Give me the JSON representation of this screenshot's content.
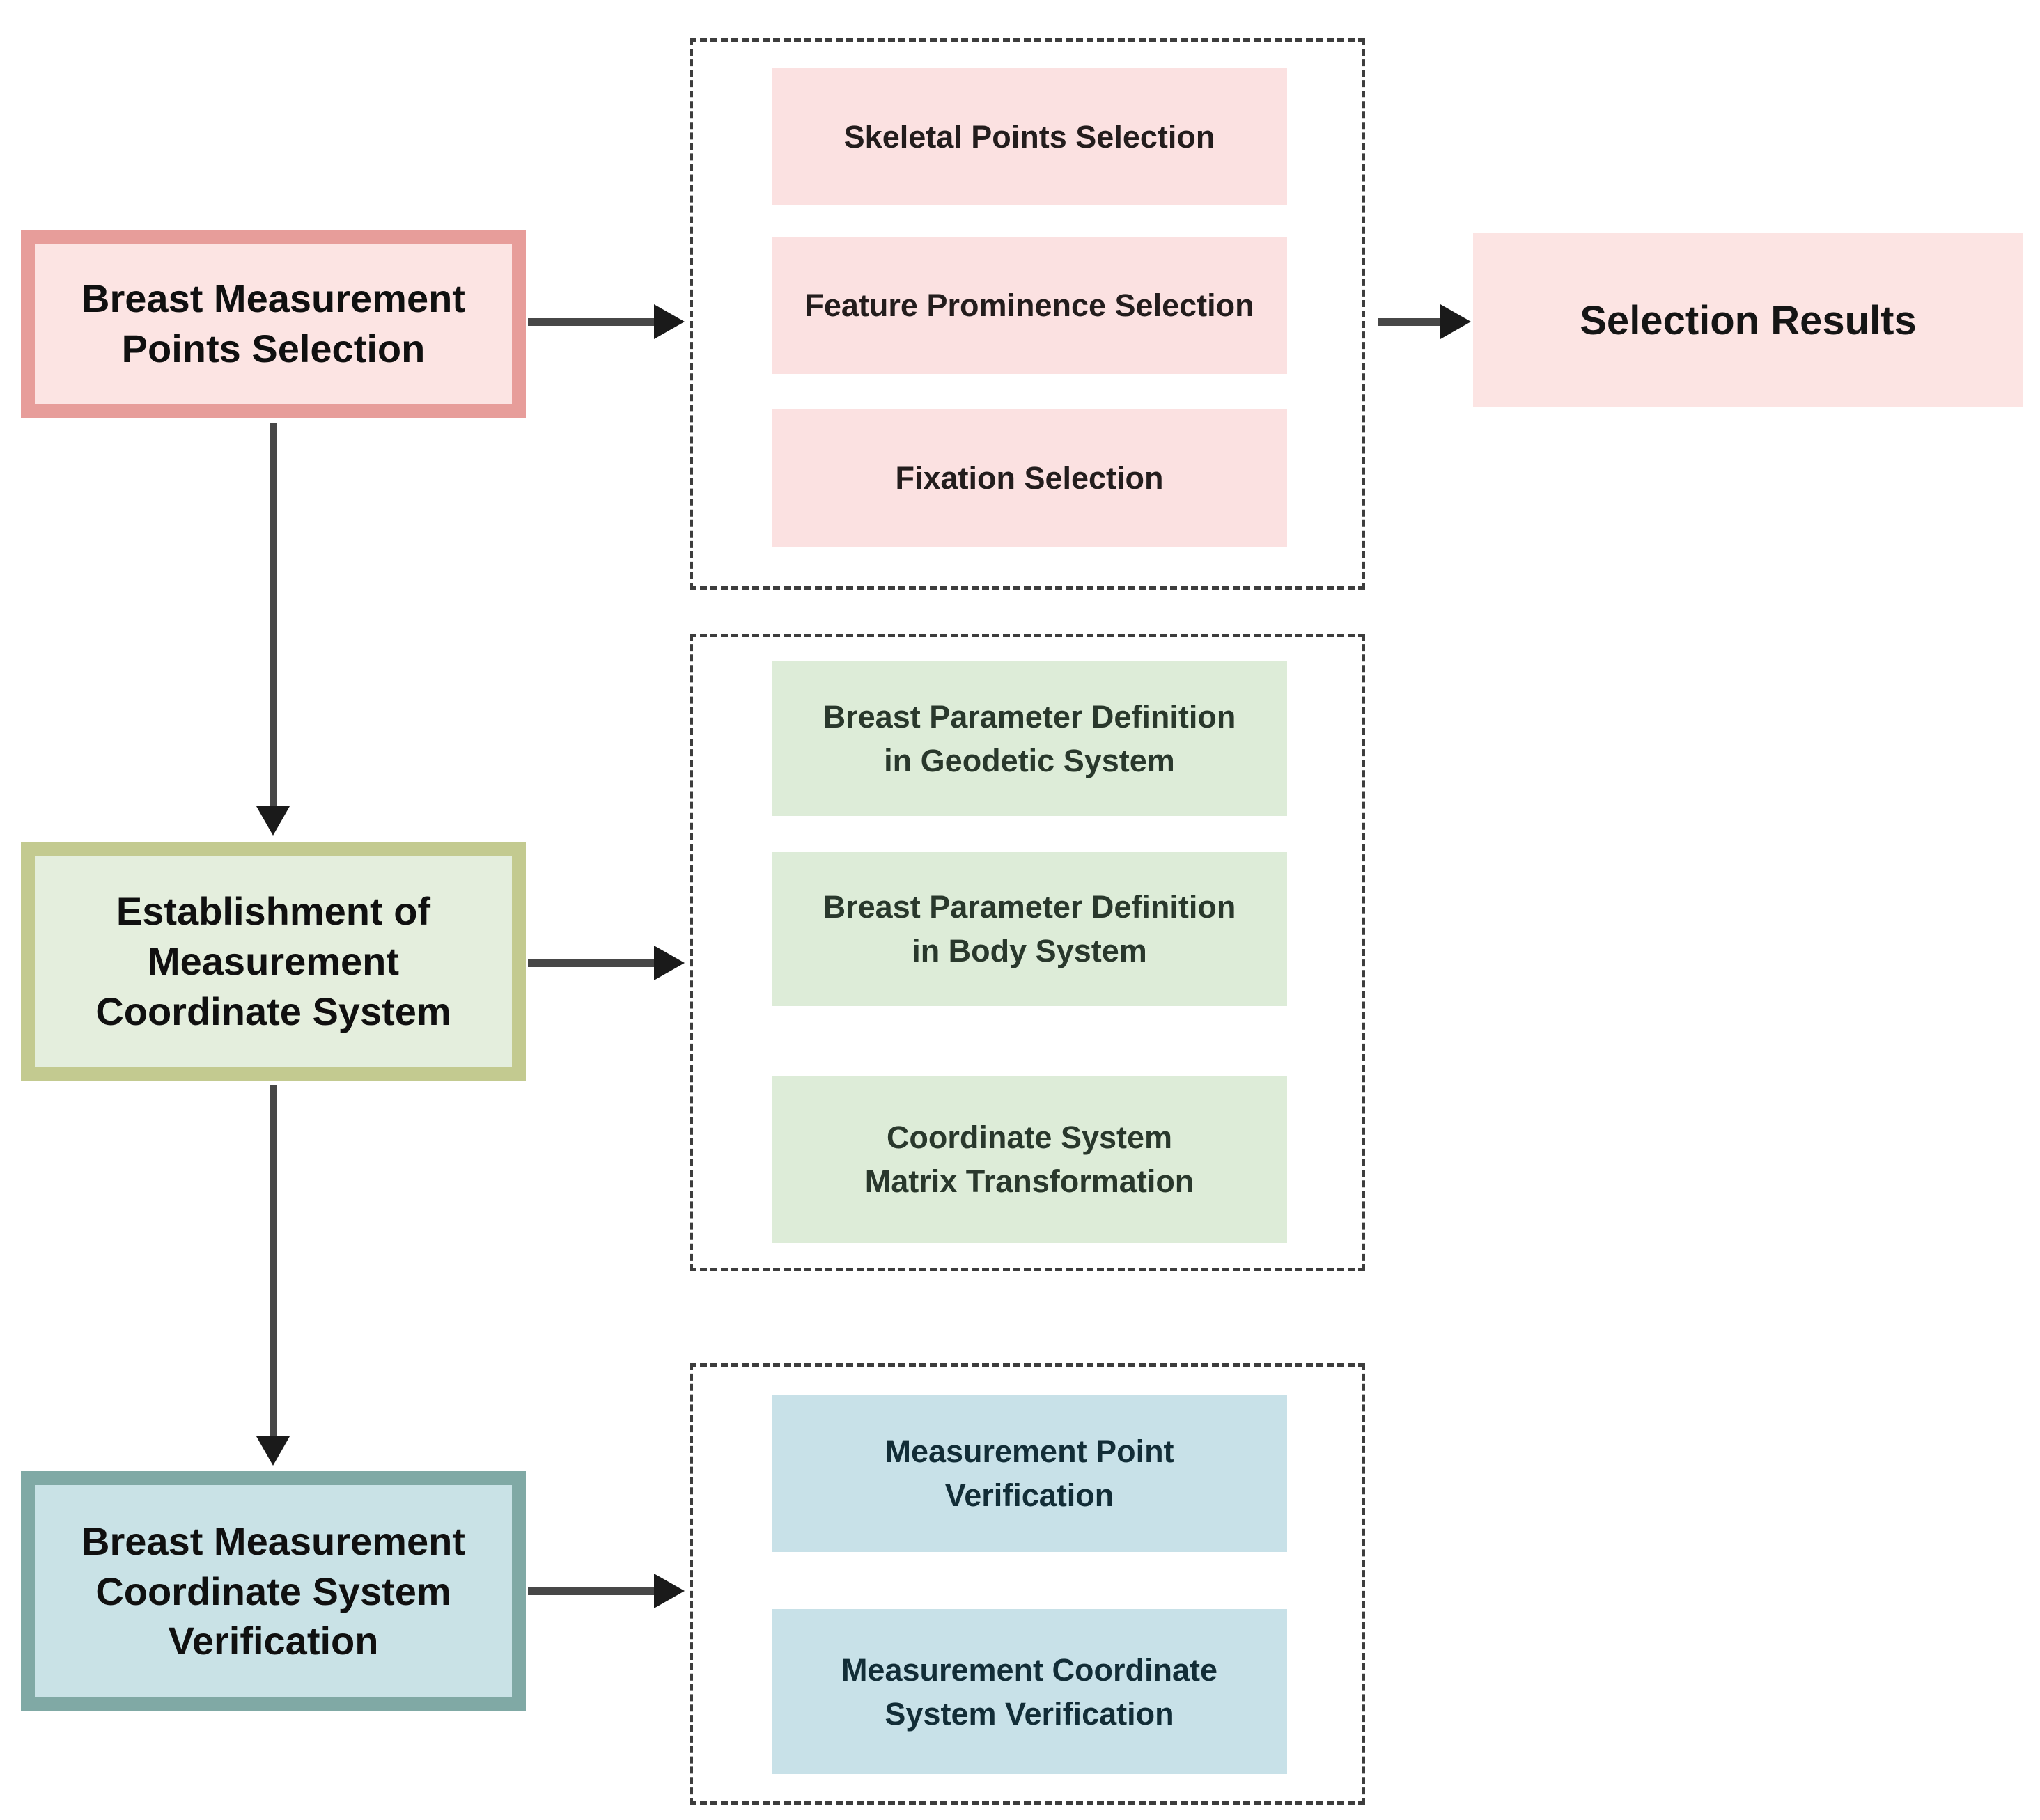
{
  "colors": {
    "background": "#ffffff",
    "dashed_container_border": "#3d3d3d",
    "arrow_shaft": "#474747",
    "arrow_head": "#1a1a1a",
    "stage1_border": "#e79d9a",
    "stage1_fill": "#fce4e3",
    "stage1_item_fill": "#fbe1e1",
    "stage2_border": "#c3ca90",
    "stage2_fill": "#e4eedd",
    "stage2_item_fill": "#ddecd8",
    "stage3_border": "#80a9a5",
    "stage3_fill": "#c9e2e6",
    "stage3_item_fill": "#c8e1e8",
    "result_fill": "#fce4e3",
    "text": "#101010"
  },
  "stages": [
    {
      "label": "Breast Measurement\nPoints Selection",
      "items": [
        "Skeletal Points Selection",
        "Feature Prominence Selection",
        "Fixation Selection"
      ]
    },
    {
      "label": "Establishment of\nMeasurement\nCoordinate System",
      "items": [
        "Breast Parameter Definition\nin Geodetic System",
        "Breast Parameter Definition\nin Body System",
        "Coordinate System\nMatrix Transformation"
      ]
    },
    {
      "label": "Breast Measurement\nCoordinate System\nVerification",
      "items": [
        "Measurement Point\nVerification",
        "Measurement Coordinate\nSystem Verification"
      ]
    }
  ],
  "result": {
    "label": "Selection Results"
  }
}
